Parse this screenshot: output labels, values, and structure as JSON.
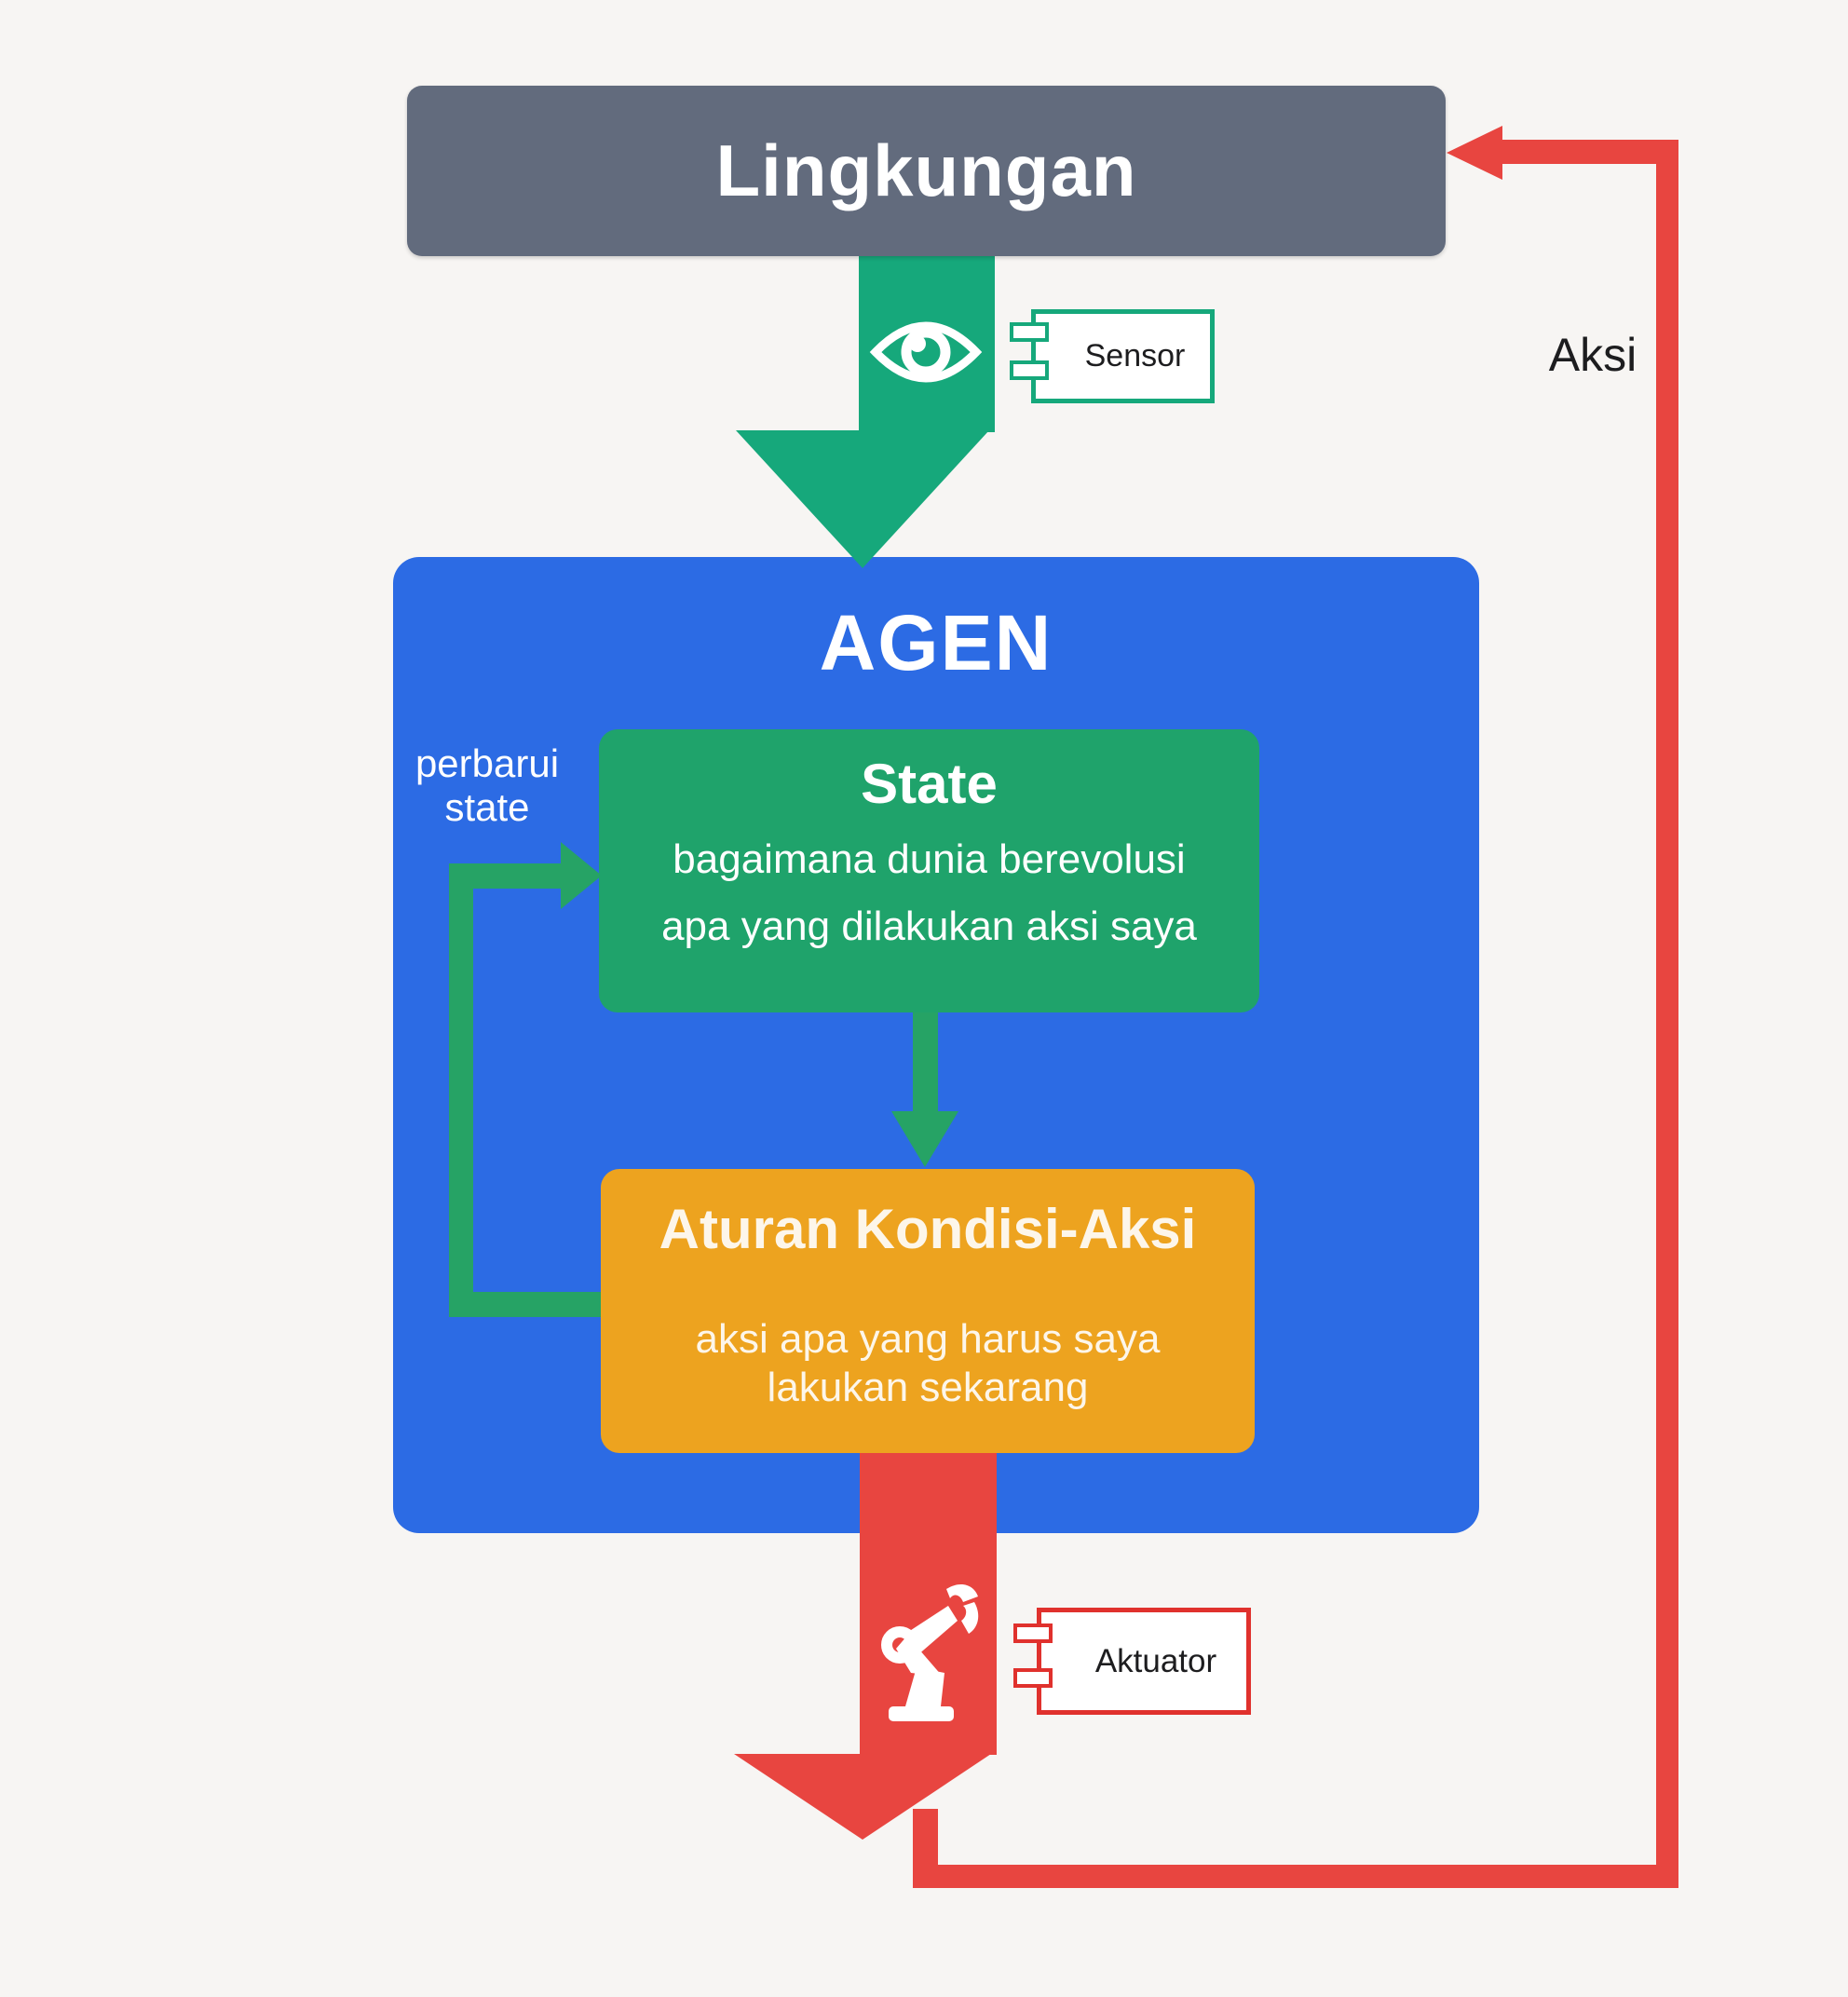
{
  "diagram": {
    "environment": {
      "label": "Lingkungan"
    },
    "agent": {
      "title": "AGEN"
    },
    "state_box": {
      "title": "State",
      "line1": "bagaimana dunia berevolusi",
      "line2": "apa yang dilakukan aksi saya"
    },
    "rules_box": {
      "title": "Aturan Kondisi-Aksi",
      "line1": "aksi apa yang harus saya",
      "line2": "lakukan sekarang"
    },
    "sensor": {
      "label": "Sensor"
    },
    "actuator": {
      "label": "Aktuator"
    },
    "update_state_label": {
      "line1": "perbarui",
      "line2": "state"
    },
    "action_label": "Aksi",
    "icons": [
      "eye-icon",
      "robot-arm-icon",
      "uml-component-icon"
    ],
    "colors": {
      "background": "#f7f5f3",
      "environment_gray": "#626b7d",
      "agent_blue": "#2c6be4",
      "percept_green": "#16a87b",
      "state_green": "#1fa36b",
      "loop_green": "#26a365",
      "rules_orange": "#eda31f",
      "action_red": "#e84540",
      "text_dark": "#1d1d1f",
      "text_white": "#ffffff"
    }
  }
}
